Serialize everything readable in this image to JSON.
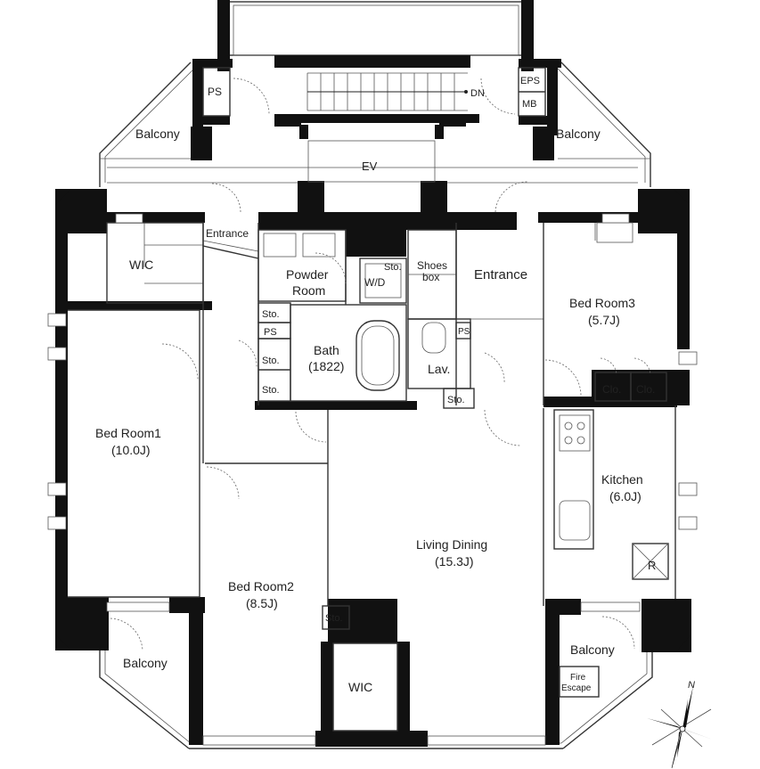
{
  "rooms": {
    "balcony_top_left": "Balcony",
    "balcony_top_right": "Balcony",
    "balcony_bottom_left": "Balcony",
    "balcony_bottom_right": "Balcony",
    "ps_top": "PS",
    "eps": "EPS",
    "mb": "MB",
    "dn": "DN",
    "ev": "EV",
    "wic_top": "WIC",
    "wic_bottom": "WIC",
    "entrance_small": "Entrance",
    "entrance_main": "Entrance",
    "powder_room_line1": "Powder",
    "powder_room_line2": "Room",
    "wd": "W/D",
    "sto_powder": "Sto.",
    "shoes_box_line1": "Shoes",
    "shoes_box_line2": "box",
    "sto_1": "Sto.",
    "ps_mid": "PS",
    "sto_2": "Sto.",
    "sto_3": "Sto.",
    "bath_name": "Bath",
    "bath_size": "(1822)",
    "ps_lav": "PS",
    "lav": "Lav.",
    "sto_lav": "Sto.",
    "bed1_name": "Bed Room1",
    "bed1_size": "(10.0J)",
    "bed2_name": "Bed Room2",
    "bed2_size": "(8.5J)",
    "bed3_name": "Bed Room3",
    "bed3_size": "(5.7J)",
    "clo_1": "Clo.",
    "clo_2": "Clo.",
    "kitchen_name": "Kitchen",
    "kitchen_size": "(6.0J)",
    "r": "R",
    "living_name": "Living Dining",
    "living_size": "(15.3J)",
    "sto_bed2": "Sto.",
    "fire_escape_line1": "Fire",
    "fire_escape_line2": "Escape",
    "compass_n": "N"
  }
}
